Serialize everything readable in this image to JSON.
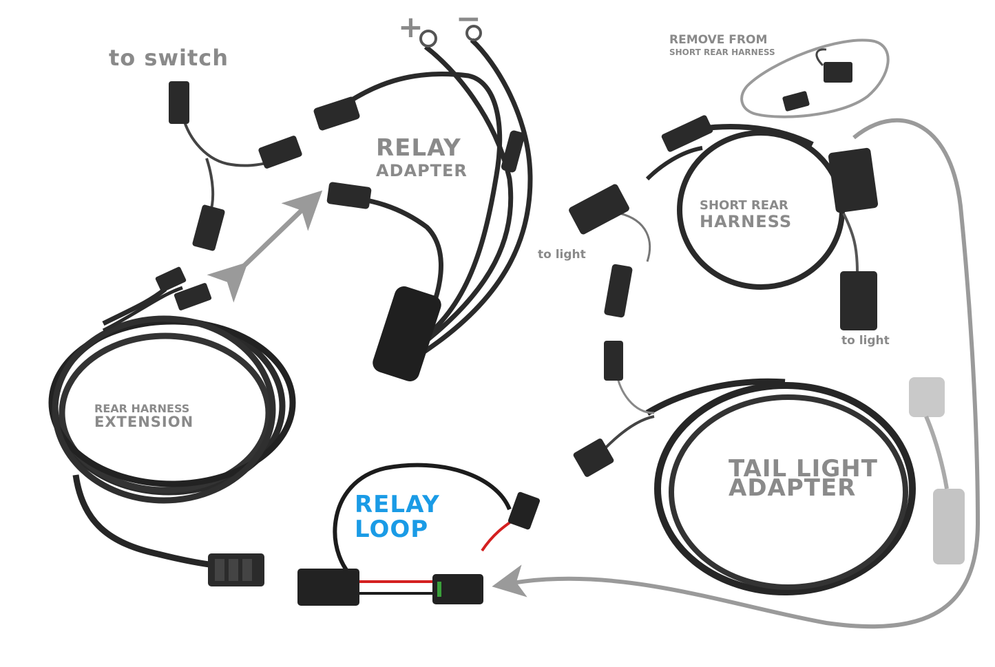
{
  "labels": {
    "plus": "+",
    "minus": "−",
    "to_switch": "to switch",
    "relay_adapter_line1": "RELAY",
    "relay_adapter_line2": "ADAPTER",
    "remove_from_line1": "REMOVE FROM",
    "remove_from_line2": "SHORT REAR HARNESS",
    "short_rear_line1": "SHORT REAR",
    "short_rear_line2": "HARNESS",
    "to_light_left": "to light",
    "to_light_right": "to light",
    "rear_ext_line1": "REAR HARNESS",
    "rear_ext_line2": "EXTENSION",
    "tail_light_line1": "TAIL LIGHT",
    "tail_light_line2": "ADAPTER",
    "relay_loop_line1": "RELAY",
    "relay_loop_line2": "LOOP"
  },
  "colors": {
    "label_gray": "#8a8a8a",
    "relay_loop_blue": "#1a9be6",
    "cable": "#1e1e1e",
    "arrow_gray": "#9a9a9a",
    "loop_red": "#d42020"
  },
  "icons": [
    "two-way-arrow-icon",
    "return-arrow-icon",
    "ring-terminal-icon",
    "connector-icon"
  ]
}
